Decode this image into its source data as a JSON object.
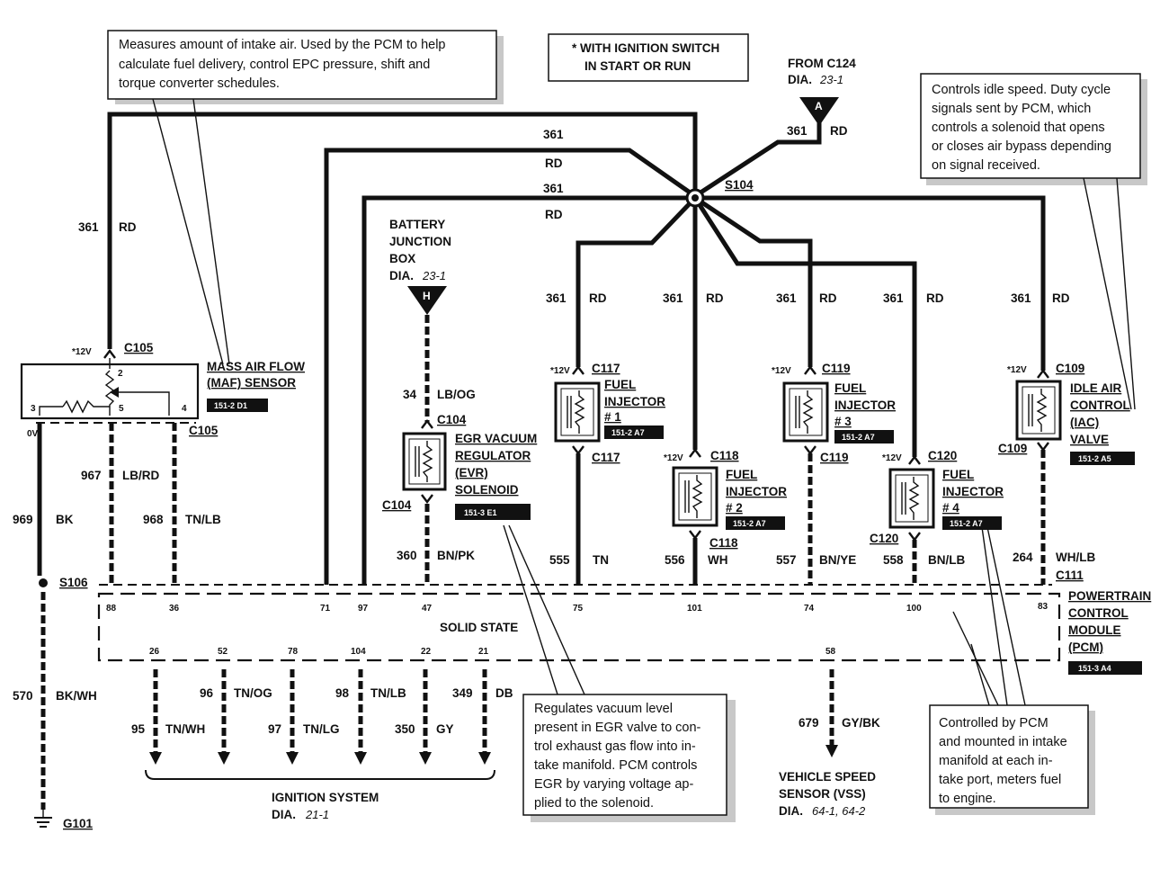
{
  "notes": {
    "maf": [
      "Measures amount of intake air. Used by the PCM to help",
      "calculate fuel delivery, control EPC pressure, shift and",
      "torque converter schedules."
    ],
    "ignition_switch": [
      "* WITH IGNITION SWITCH",
      "IN START OR RUN"
    ],
    "iac": [
      "Controls idle speed.  Duty cycle",
      "signals sent by PCM, which",
      "controls a solenoid that opens",
      "or closes air bypass depending",
      "on signal received."
    ],
    "evr": [
      "Regulates vacuum level",
      "present in EGR valve to con-",
      "trol exhaust gas flow into in-",
      "take manifold. PCM controls",
      "EGR by varying voltage ap-",
      "plied to the solenoid."
    ],
    "injector": [
      "Controlled by PCM",
      "and mounted in intake",
      "manifold at each in-",
      "take port, meters fuel",
      "to engine."
    ]
  },
  "from_c124": {
    "title": "FROM C124",
    "dia_label": "DIA.",
    "dia_ref": "23-1",
    "connector": "A"
  },
  "battery_box": {
    "lines": [
      "BATTERY",
      "JUNCTION",
      "BOX"
    ],
    "dia_label": "DIA.",
    "dia_ref": "23-1",
    "connector": "H"
  },
  "splice_s104": "S104",
  "splice_s106": "S106",
  "ground_g101": "G101",
  "maf": {
    "lines": [
      "MASS AIR FLOW",
      "(MAF) SENSOR"
    ],
    "ref": "151-2 D1",
    "conn_top": "C105",
    "conn_bottom": "C105",
    "voltage": "*12V",
    "ov": "0V",
    "pins": [
      "2",
      "3",
      "5",
      "4"
    ]
  },
  "evr": {
    "lines": [
      "EGR VACUUM",
      "REGULATOR",
      "(EVR)",
      "SOLENOID"
    ],
    "ref": "151-3 E1",
    "conn_top": "C104",
    "conn_bottom": "C104"
  },
  "inj1": {
    "lines": [
      "FUEL",
      "INJECTOR",
      "# 1"
    ],
    "ref": "151-2 A7",
    "conn_top": "C117",
    "conn_bottom": "C117",
    "voltage": "*12V"
  },
  "inj2": {
    "lines": [
      "FUEL",
      "INJECTOR",
      "# 2"
    ],
    "ref": "151-2 A7",
    "conn_top": "C118",
    "conn_bottom": "C118",
    "voltage": "*12V"
  },
  "inj3": {
    "lines": [
      "FUEL",
      "INJECTOR",
      "# 3"
    ],
    "ref": "151-2 A7",
    "conn_top": "C119",
    "conn_bottom": "C119",
    "voltage": "*12V"
  },
  "inj4": {
    "lines": [
      "FUEL",
      "INJECTOR",
      "# 4"
    ],
    "ref": "151-2 A7",
    "conn_top": "C120",
    "conn_bottom": "C120",
    "voltage": "*12V"
  },
  "iac": {
    "lines": [
      "IDLE AIR",
      "CONTROL",
      "(IAC)",
      "VALVE"
    ],
    "ref": "151-2 A5",
    "conn_top": "C109",
    "conn_bottom": "C109",
    "voltage": "*12V"
  },
  "pcm": {
    "lines": [
      "POWERTRAIN",
      "CONTROL",
      "MODULE",
      "(PCM)"
    ],
    "ref": "151-3 A4",
    "connector": "C111",
    "label": "SOLID STATE",
    "top_pins": [
      "88",
      "36",
      "71",
      "97",
      "47",
      "75",
      "101",
      "74",
      "100",
      "83"
    ],
    "bottom_pins": [
      "26",
      "52",
      "78",
      "104",
      "22",
      "21",
      "58"
    ]
  },
  "wires": {
    "w361": "361",
    "rd": "RD",
    "w34": "34",
    "lbog": "LB/OG",
    "w967": "967",
    "lbrd": "LB/RD",
    "w968": "968",
    "tnlb": "TN/LB",
    "w969": "969",
    "bk": "BK",
    "w570": "570",
    "bkwh": "BK/WH",
    "w360": "360",
    "bnpk": "BN/PK",
    "w555": "555",
    "tn": "TN",
    "w556": "556",
    "wh": "WH",
    "w557": "557",
    "bnye": "BN/YE",
    "w558": "558",
    "bnlb": "BN/LB",
    "w264": "264",
    "whlb": "WH/LB",
    "w95": "95",
    "tnwh": "TN/WH",
    "w96": "96",
    "tnog": "TN/OG",
    "w97": "97",
    "tnlg": "TN/LG",
    "w98": "98",
    "tnlb2": "TN/LB",
    "w350": "350",
    "gy": "GY",
    "w349": "349",
    "db": "DB",
    "w679": "679",
    "gybk": "GY/BK"
  },
  "ignition_system": {
    "title": "IGNITION SYSTEM",
    "dia_label": "DIA.",
    "dia_ref": "21-1"
  },
  "vss": {
    "lines": [
      "VEHICLE SPEED",
      "SENSOR (VSS)"
    ],
    "dia_label": "DIA.",
    "dia_ref": "64-1, 64-2"
  }
}
